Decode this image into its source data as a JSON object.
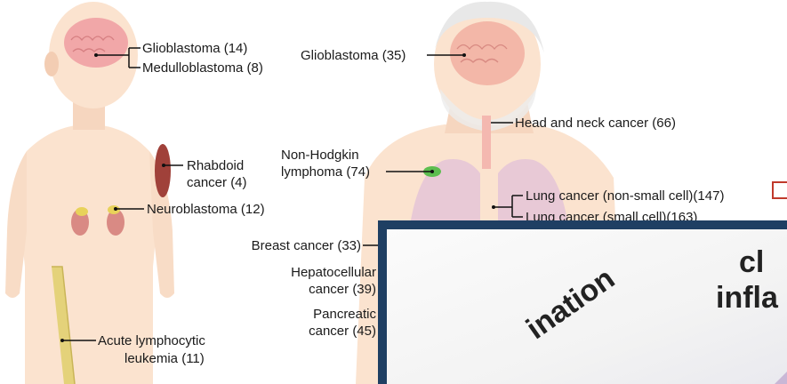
{
  "child": {
    "glioblastoma": "Glioblastoma (14)",
    "medulloblastoma": "Medulloblastoma (8)",
    "rhabdoid": [
      "Rhabdoid",
      "cancer (4)"
    ],
    "neuroblastoma": "Neuroblastoma (12)",
    "leukemia": [
      "Acute lymphocytic",
      "leukemia (11)"
    ]
  },
  "adult": {
    "glioblastoma": "Glioblastoma (35)",
    "head_neck": "Head and neck cancer (66)",
    "nhl": [
      "Non-Hodgkin",
      "lymphoma (74)"
    ],
    "lung_nsc": "Lung cancer (non-small cell)(147)",
    "lung_sc": "Lung cancer (small cell)(163)",
    "breast": "Breast cancer (33)",
    "hepatocellular": [
      "Hepatocellular",
      "cancer (39)"
    ],
    "pancreatic": [
      "Pancreatic",
      "cancer (45)"
    ]
  },
  "overlay": {
    "word_right": "cl",
    "word_right2": "infla",
    "diagonal": "ination"
  }
}
